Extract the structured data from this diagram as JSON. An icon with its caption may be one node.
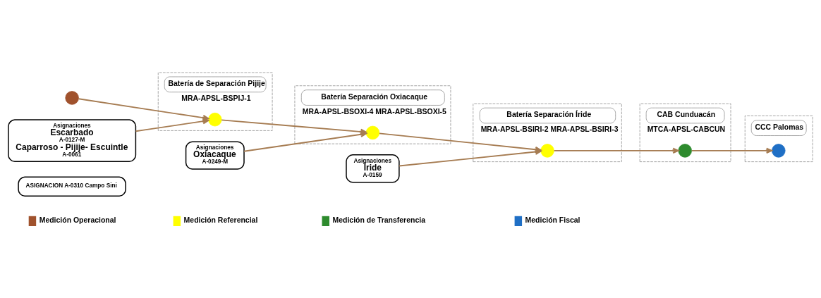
{
  "diagram": {
    "nodes": [
      {
        "text": [
          "ASIGNACION A-0310 Campo Sini"
        ]
      },
      {
        "text": [],
        "shape": "circle"
      },
      {
        "text": [
          "Batería de Separación Pijije",
          "MRA-APSL-BSPIJ-1"
        ]
      },
      {
        "text": [],
        "shape": "circle",
        "in": 2
      },
      {
        "text": [
          "Batería Separación Oxiacaque",
          "MRA-APSL-BSOXI-4 MRA-APSL-BSOXI-5"
        ]
      },
      {
        "text": [],
        "shape": "circle",
        "in": 4
      },
      {
        "text": [
          "Batería Separación Íride",
          "MRA-APSL-BSIRI-2 MRA-APSL-BSIRI-3"
        ]
      },
      {
        "text": [],
        "shape": "circle",
        "in": 6
      },
      {
        "text": [
          "CAB Cunduacán",
          "MTCA-APSL-CABCUN"
        ]
      },
      {
        "text": [],
        "shape": "circle",
        "in": 8
      },
      {
        "text": [
          "CCC Palomas"
        ]
      },
      {
        "text": [],
        "shape": "circle",
        "in": 10
      },
      {
        "text": [
          "Asignaciones",
          "Escarbado",
          "A-0127-M",
          "Caparroso - Pijije- Escuintle",
          "A-0061"
        ]
      },
      {
        "text": [
          "Asignaciones",
          "Oxiacaque",
          "A-0249-M"
        ]
      },
      {
        "text": [
          "Asignaciones",
          "Íride",
          "A-0159"
        ]
      }
    ],
    "edges": [
      {
        "from": 1,
        "to": 3,
        "arrow": "to"
      },
      {
        "from": 3,
        "to": 5,
        "arrow": "to"
      },
      {
        "from": 5,
        "to": 7,
        "arrow": "to"
      },
      {
        "from": 7,
        "to": 9,
        "arrow": "to"
      },
      {
        "from": 9,
        "to": 11,
        "arrow": "to"
      },
      {
        "from": 12,
        "to": 3,
        "arrow": "to"
      },
      {
        "from": 13,
        "to": 5,
        "arrow": "to"
      },
      {
        "from": 14,
        "to": 7,
        "arrow": "to"
      }
    ],
    "legend": [
      {
        "text": "Medición Operacional",
        "color": "#a0522d"
      },
      {
        "text": "Medición Referencial",
        "color": "#ffff00"
      },
      {
        "text": "Medición de Transferencia",
        "color": "#2e8b2e"
      },
      {
        "text": "Medición Fiscal",
        "color": "#1f6fc5"
      }
    ]
  }
}
